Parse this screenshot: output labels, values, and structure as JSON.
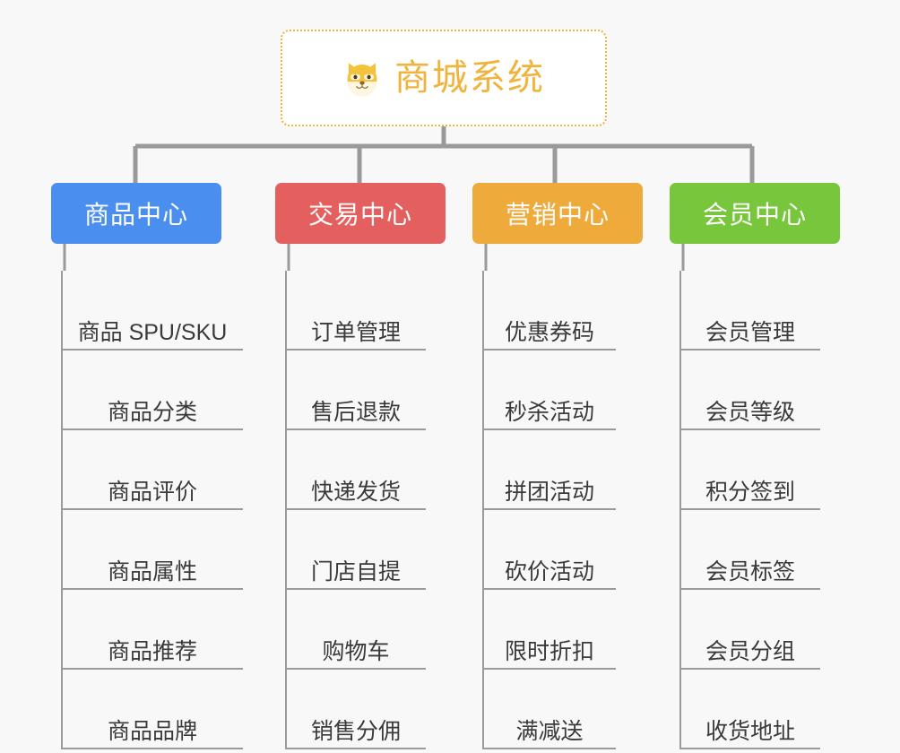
{
  "page": {
    "background_color": "#f8f8f8",
    "type": "mind-map"
  },
  "root": {
    "title": "商城系统",
    "icon": "dog-face-icon",
    "border_color": "#f0b33c",
    "text_color": "#f0b33c",
    "background_color": "#ffffff"
  },
  "connector_color": "#9a9a9a",
  "branches": [
    {
      "title": "商品中心",
      "color": "#4a8ef0",
      "items": [
        "商品 SPU/SKU",
        "商品分类",
        "商品评价",
        "商品属性",
        "商品推荐",
        "商品品牌"
      ]
    },
    {
      "title": "交易中心",
      "color": "#e4605e",
      "items": [
        "订单管理",
        "售后退款",
        "快递发货",
        "门店自提",
        "购物车",
        "销售分佣"
      ]
    },
    {
      "title": "营销中心",
      "color": "#eeab3c",
      "items": [
        "优惠券码",
        "秒杀活动",
        "拼团活动",
        "砍价活动",
        "限时折扣",
        "满减送"
      ]
    },
    {
      "title": "会员中心",
      "color": "#78c63c",
      "items": [
        "会员管理",
        "会员等级",
        "积分签到",
        "会员标签",
        "会员分组",
        "收货地址"
      ]
    }
  ]
}
